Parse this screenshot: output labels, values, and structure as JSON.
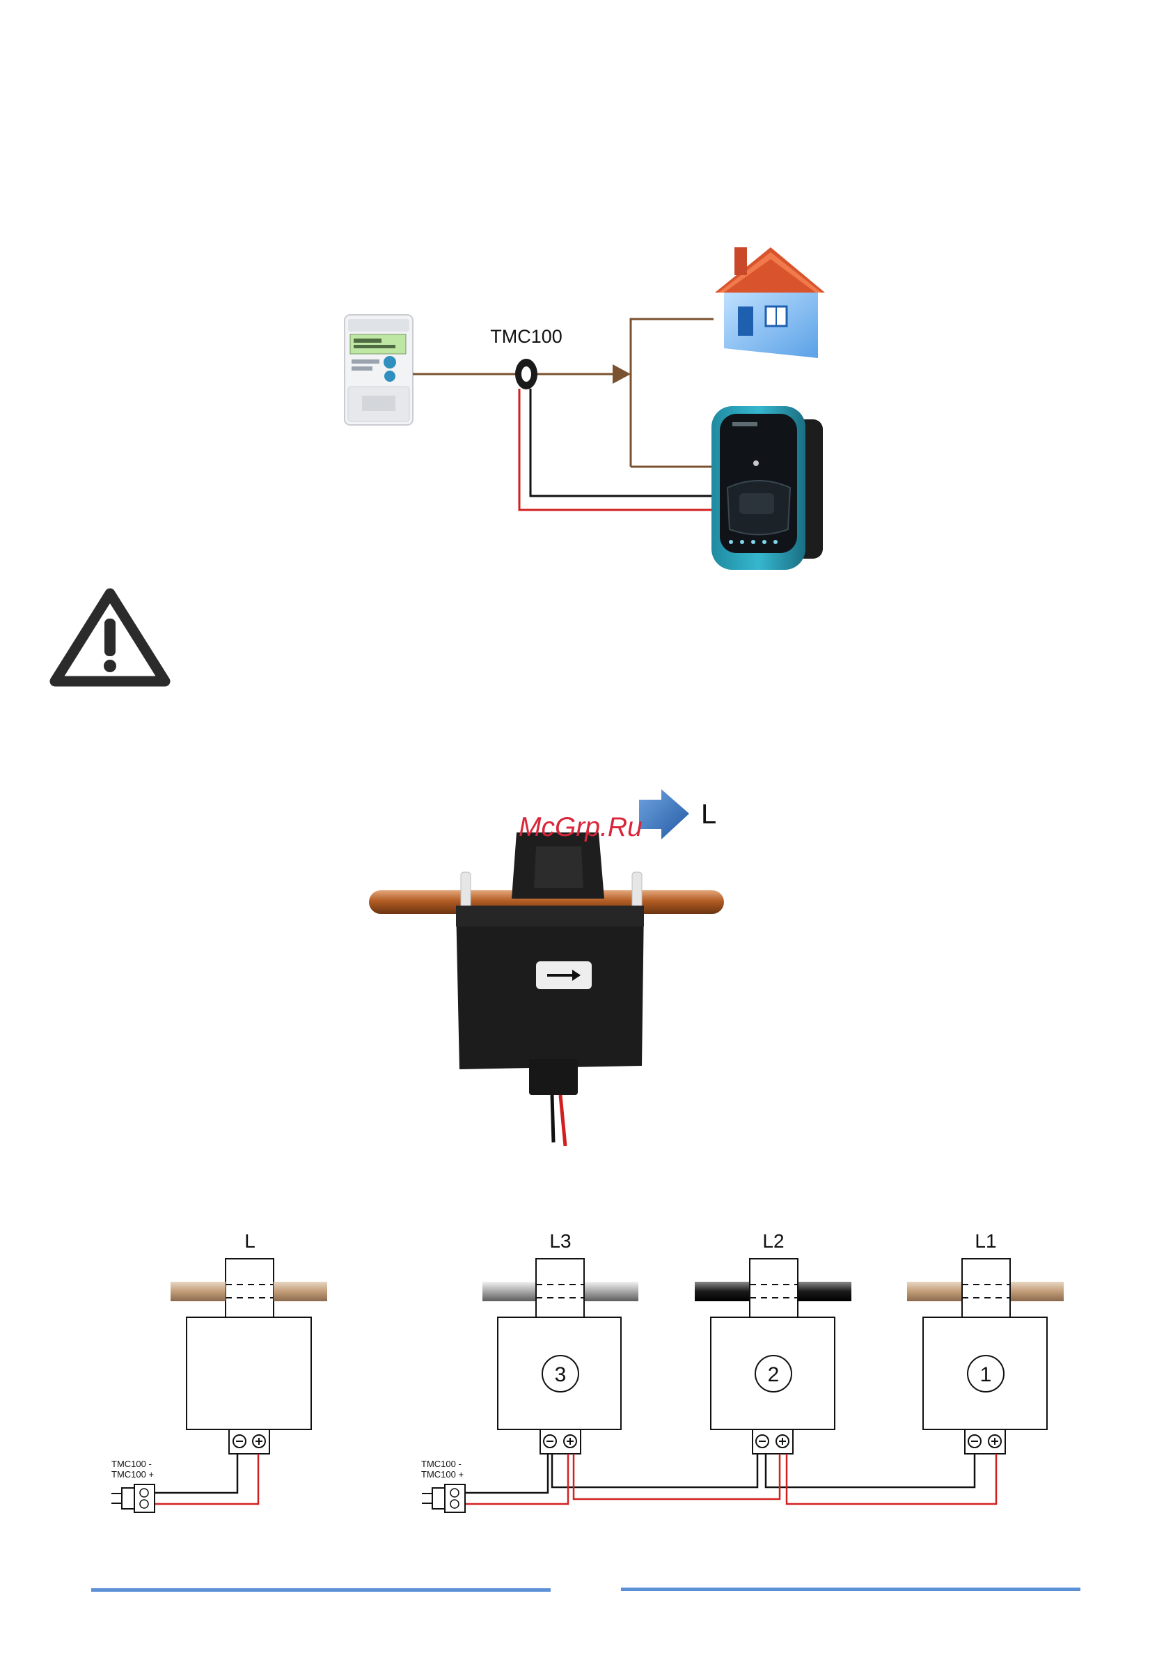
{
  "overview": {
    "sensor_label": "TMC100",
    "colors": {
      "line": "#7a5230",
      "cable_black": "#111111",
      "cable_red": "#d22020"
    }
  },
  "warning": {
    "icon": "warning-triangle-icon"
  },
  "photo": {
    "direction_label": "L",
    "watermark": "McGrp.Ru",
    "colors": {
      "arrow": "#3a78c2",
      "wire": "#b8622a",
      "clamp": "#1c1c1c"
    }
  },
  "wiring": {
    "single": {
      "phase_label": "L",
      "conn_minus": "TMC100 -",
      "conn_plus": "TMC100 +"
    },
    "three_phase": {
      "conn_minus": "TMC100 -",
      "conn_plus": "TMC100 +",
      "phases": [
        {
          "label": "L3",
          "number": "3"
        },
        {
          "label": "L2",
          "number": "2"
        },
        {
          "label": "L1",
          "number": "1"
        }
      ]
    },
    "colors": {
      "black_wire": "#111111",
      "red_wire": "#d22020",
      "cable_brown": "#c7a88a",
      "cable_grey": "#a9a9a9",
      "cable_black": "#222222"
    }
  },
  "footer": {
    "rule_color": "#5b8fd6"
  }
}
